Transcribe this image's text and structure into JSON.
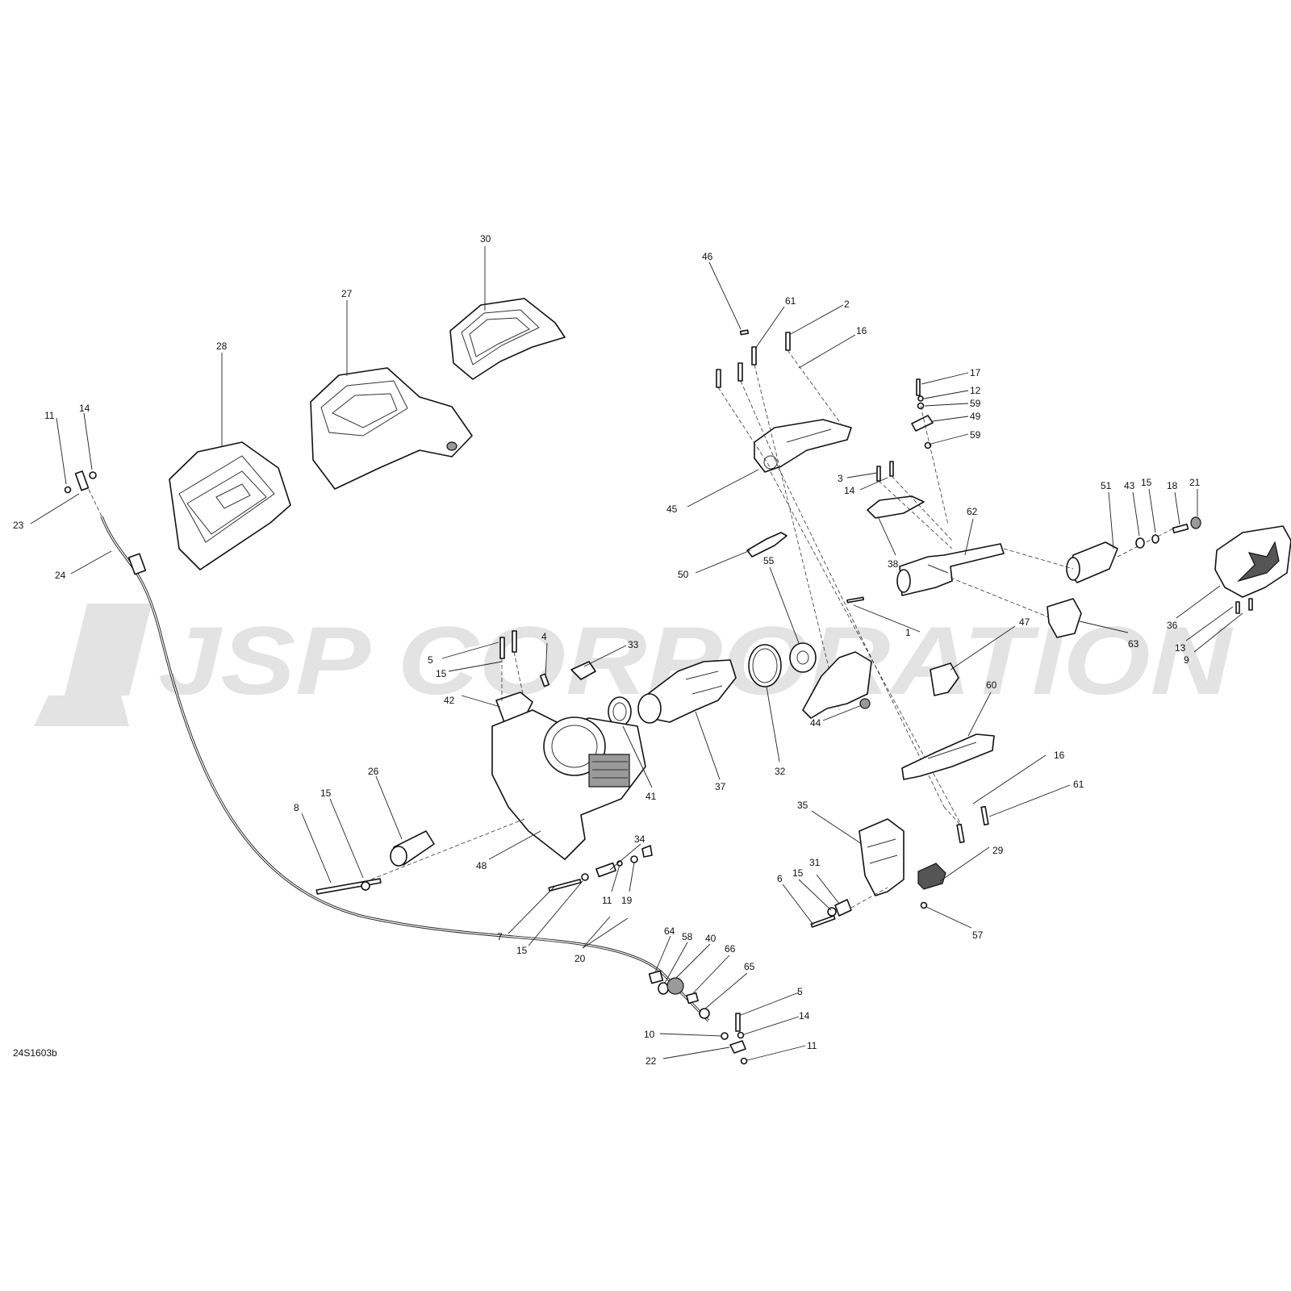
{
  "watermark": "JSP CORPORATION",
  "diagram_ref": "24S1603b",
  "callouts": [
    {
      "id": "c30",
      "label": "30"
    },
    {
      "id": "c27",
      "label": "27"
    },
    {
      "id": "c28",
      "label": "28"
    },
    {
      "id": "c11a",
      "label": "11"
    },
    {
      "id": "c14a",
      "label": "14"
    },
    {
      "id": "c23",
      "label": "23"
    },
    {
      "id": "c24",
      "label": "24"
    },
    {
      "id": "c46",
      "label": "46"
    },
    {
      "id": "c61a",
      "label": "61"
    },
    {
      "id": "c2",
      "label": "2"
    },
    {
      "id": "c16a",
      "label": "16"
    },
    {
      "id": "c17",
      "label": "17"
    },
    {
      "id": "c12",
      "label": "12"
    },
    {
      "id": "c59a",
      "label": "59"
    },
    {
      "id": "c49",
      "label": "49"
    },
    {
      "id": "c59b",
      "label": "59"
    },
    {
      "id": "c45",
      "label": "45"
    },
    {
      "id": "c3",
      "label": "3"
    },
    {
      "id": "c14b",
      "label": "14"
    },
    {
      "id": "c38",
      "label": "38"
    },
    {
      "id": "c62",
      "label": "62"
    },
    {
      "id": "c51",
      "label": "51"
    },
    {
      "id": "c43",
      "label": "43"
    },
    {
      "id": "c15a",
      "label": "15"
    },
    {
      "id": "c18",
      "label": "18"
    },
    {
      "id": "c21",
      "label": "21"
    },
    {
      "id": "c50",
      "label": "50"
    },
    {
      "id": "c55",
      "label": "55"
    },
    {
      "id": "c36",
      "label": "36"
    },
    {
      "id": "c13",
      "label": "13"
    },
    {
      "id": "c9",
      "label": "9"
    },
    {
      "id": "c63",
      "label": "63"
    },
    {
      "id": "c1",
      "label": "1"
    },
    {
      "id": "c47",
      "label": "47"
    },
    {
      "id": "c4",
      "label": "4"
    },
    {
      "id": "c33",
      "label": "33"
    },
    {
      "id": "c5a",
      "label": "5"
    },
    {
      "id": "c15b",
      "label": "15"
    },
    {
      "id": "c42",
      "label": "42"
    },
    {
      "id": "c44",
      "label": "44"
    },
    {
      "id": "c60",
      "label": "60"
    },
    {
      "id": "c32",
      "label": "32"
    },
    {
      "id": "c37",
      "label": "37"
    },
    {
      "id": "c41",
      "label": "41"
    },
    {
      "id": "c26",
      "label": "26"
    },
    {
      "id": "c15c",
      "label": "15"
    },
    {
      "id": "c8",
      "label": "8"
    },
    {
      "id": "c48",
      "label": "48"
    },
    {
      "id": "c16b",
      "label": "16"
    },
    {
      "id": "c61b",
      "label": "61"
    },
    {
      "id": "c35",
      "label": "35"
    },
    {
      "id": "c34",
      "label": "34"
    },
    {
      "id": "c11b",
      "label": "11"
    },
    {
      "id": "c19",
      "label": "19"
    },
    {
      "id": "c7",
      "label": "7"
    },
    {
      "id": "c15d",
      "label": "15"
    },
    {
      "id": "c20",
      "label": "20"
    },
    {
      "id": "c6",
      "label": "6"
    },
    {
      "id": "c15e",
      "label": "15"
    },
    {
      "id": "c31",
      "label": "31"
    },
    {
      "id": "c29",
      "label": "29"
    },
    {
      "id": "c57",
      "label": "57"
    },
    {
      "id": "c64",
      "label": "64"
    },
    {
      "id": "c58",
      "label": "58"
    },
    {
      "id": "c40",
      "label": "40"
    },
    {
      "id": "c66",
      "label": "66"
    },
    {
      "id": "c65",
      "label": "65"
    },
    {
      "id": "c5b",
      "label": "5"
    },
    {
      "id": "c14c",
      "label": "14"
    },
    {
      "id": "c10",
      "label": "10"
    },
    {
      "id": "c11c",
      "label": "11"
    },
    {
      "id": "c22",
      "label": "22"
    }
  ]
}
